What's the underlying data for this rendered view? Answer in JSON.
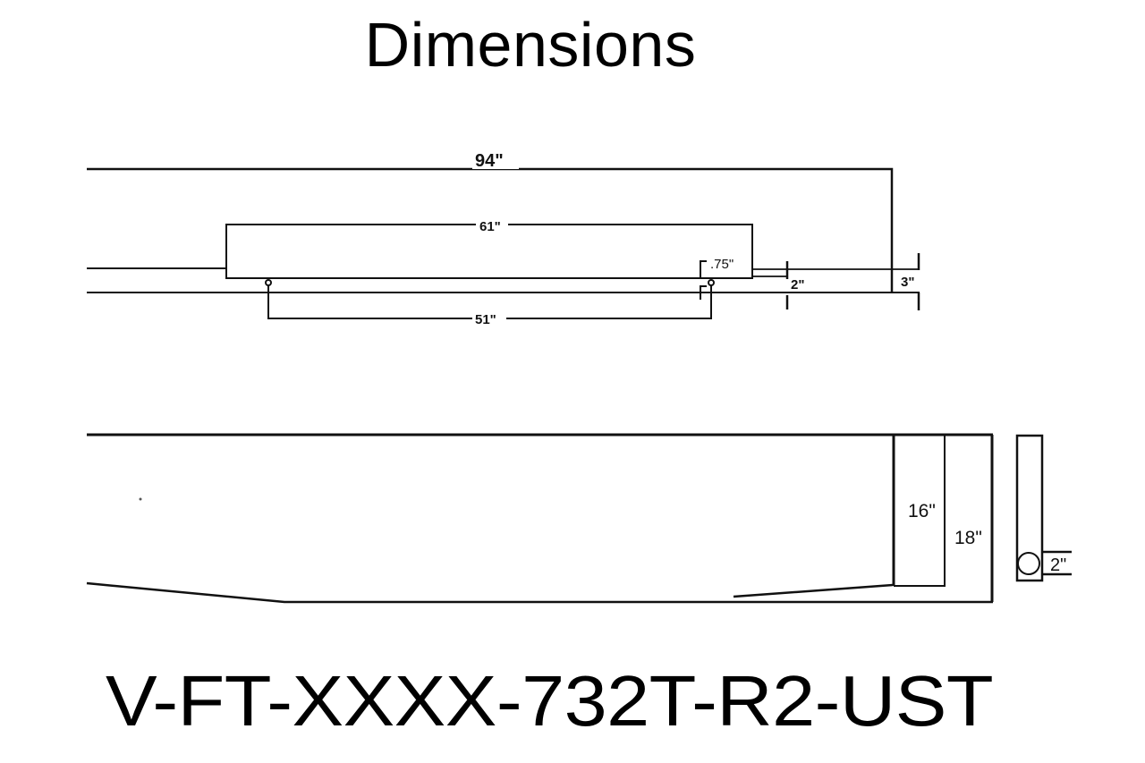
{
  "title": "Dimensions",
  "part_number": "V-FT-XXXX-732T-R2-UST",
  "top_view": {
    "overall_length": "94\"",
    "opening_length": "61\"",
    "mount_spacing": "51\"",
    "offset": ".75\"",
    "flange": "2\"",
    "height": "3\""
  },
  "side_view": {
    "inner_height": "16\"",
    "outer_height": "18\""
  },
  "end_view": {
    "port_diameter": "2\""
  },
  "colors": {
    "line": "#111111",
    "background": "#ffffff"
  }
}
